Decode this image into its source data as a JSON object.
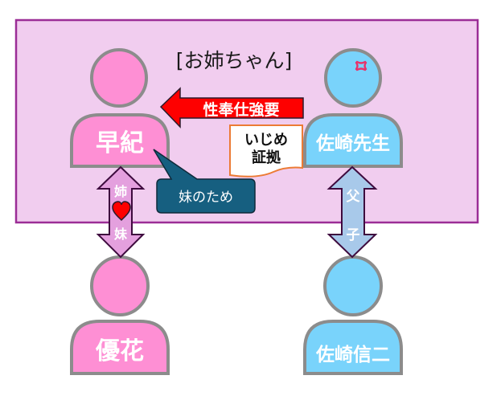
{
  "title": "[お姉ちゃん]",
  "colors": {
    "frame_fill": "#f1cdef",
    "frame_stroke": "#9b2d96",
    "female_fill": "#fe8fd4",
    "male_fill": "#79d3fb",
    "person_stroke": "#8c8c8c",
    "coercion_arrow": "#fe0000",
    "sister_arrow": "#e4a0de",
    "father_arrow": "#a8c9ea",
    "arrow_stroke": "#3e0b3e",
    "callout_fill": "#165f80",
    "document_stroke": "#ec7b35",
    "heart": "#fe0000",
    "anger_mark": "#e8336b"
  },
  "people": [
    {
      "id": "saki",
      "name": "早紀",
      "gender": "female",
      "row": "top",
      "column": "left"
    },
    {
      "id": "sensei",
      "name": "佐崎先生",
      "gender": "male",
      "row": "top",
      "column": "right",
      "emotion": "anger-icon"
    },
    {
      "id": "yuka",
      "name": "優花",
      "gender": "female",
      "row": "bottom",
      "column": "left"
    },
    {
      "id": "shinji",
      "name": "佐崎信二",
      "gender": "male",
      "row": "bottom",
      "column": "right"
    }
  ],
  "relations": {
    "coercion": {
      "label": "性奉仕強要",
      "from": "佐崎先生",
      "to": "早紀"
    },
    "sisters": {
      "top_label": "姉",
      "bottom_label": "妹",
      "icon": "heart-icon"
    },
    "father_son": {
      "top_label": "父",
      "bottom_label": "子"
    }
  },
  "evidence_note": {
    "line1": "いじめ",
    "line2": "証拠"
  },
  "callout": {
    "text": "妹のため",
    "speaker": "早紀"
  }
}
